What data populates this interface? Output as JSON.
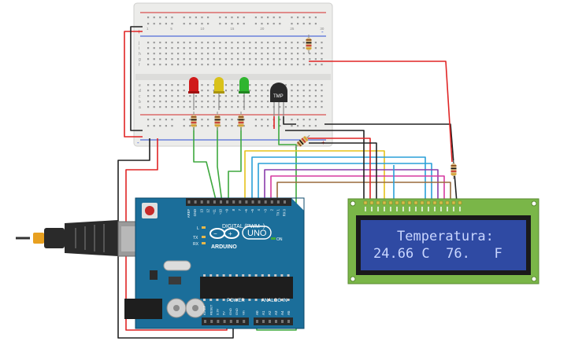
{
  "colors": {
    "board_blue": "#1b6e9a",
    "board_dark": "#0e4a6b",
    "breadboard": "#ececea",
    "rail_red": "#d42a2a",
    "rail_blue": "#2a4cd4",
    "lcd_green": "#7ab648",
    "lcd_screen": "#2f4aa3",
    "lcd_text": "#c9d6ff",
    "wire_red": "#e02525",
    "wire_black": "#222222",
    "wire_green": "#3ea83e",
    "wire_yellow": "#e6c21a",
    "wire_blue": "#2aa0d8",
    "wire_purple": "#8a3cab",
    "wire_pink": "#d63aa0",
    "wire_brown": "#9a6a3c",
    "led_red": "#d01a1a",
    "led_yellow": "#d9c21a",
    "led_green": "#2fb52f",
    "usb_grey": "#8a8a8a"
  },
  "lcd": {
    "line1": "Temperatura:",
    "line2": "24.66 C  76.   F"
  },
  "arduino": {
    "model_label": "UNO",
    "brand_label": "ARDUINO",
    "digital_label": "DIGITAL (PWM~)",
    "power_label": "POWER",
    "analog_label": "ANALOG IN",
    "on_label": "ON",
    "tx_label": "TX",
    "rx_label": "RX",
    "l_label": "L",
    "top_pins": [
      "AREF",
      "GND",
      "13",
      "12",
      "~11",
      "~10",
      "~9",
      "8",
      "7",
      "~6",
      "~5",
      "4",
      "~3",
      "2",
      "TX 1",
      "RX 0"
    ],
    "power_pins": [
      "IOREF",
      "RESET",
      "3.3V",
      "5V",
      "GND",
      "GND",
      "Vin"
    ],
    "analog_pins": [
      "A0",
      "A1",
      "A2",
      "A3",
      "A4",
      "A5"
    ]
  },
  "sensor": {
    "label": "TMP"
  },
  "breadboard": {
    "columns_top": [
      "1",
      "",
      "",
      "",
      "5",
      "",
      "",
      "",
      "",
      "10",
      "",
      "",
      "",
      "",
      "15",
      "",
      "",
      "",
      "",
      "20",
      "",
      "",
      "",
      "",
      "25",
      "",
      "",
      "",
      "",
      "30"
    ],
    "rows_left": [
      "j",
      "i",
      "h",
      "g",
      "f",
      "e",
      "d",
      "c",
      "b",
      "a"
    ],
    "rail_plus": "+",
    "rail_minus": "-"
  }
}
